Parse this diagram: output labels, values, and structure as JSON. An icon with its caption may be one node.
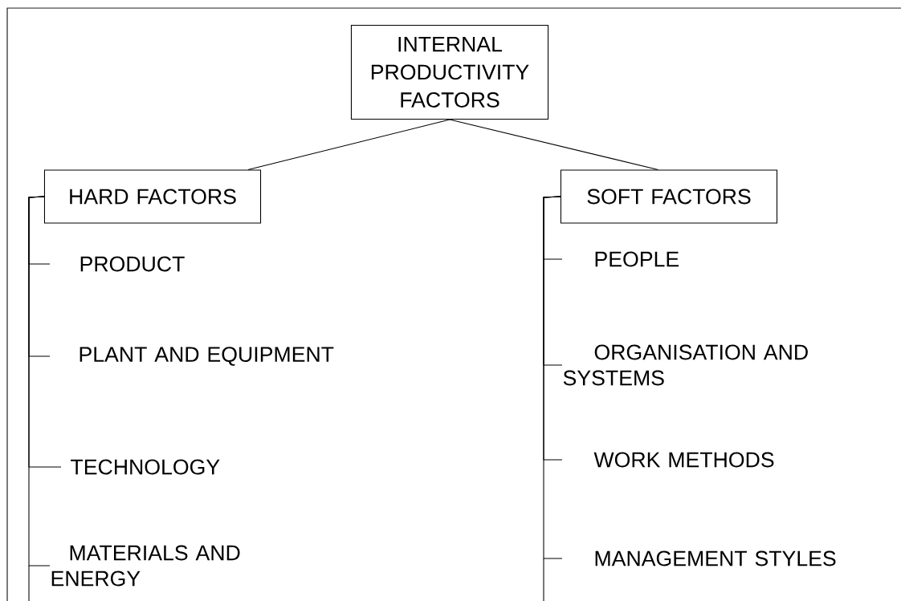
{
  "diagram": {
    "nodes": [
      {
        "text": [
          "INTERNAL PRODUCTIVITY FACTORS"
        ]
      },
      {
        "text": [
          "HARD FACTORS"
        ]
      },
      {
        "text": [
          "PRODUCT"
        ]
      },
      {
        "text": [
          "PLANT AND EQUIPMENT"
        ]
      },
      {
        "text": [
          "TECHNOLOGY"
        ]
      },
      {
        "text": [
          "MATERIALS AND ENERGY"
        ]
      },
      {
        "text": [
          "SOFT FACTORS"
        ]
      },
      {
        "text": [
          "PEOPLE"
        ]
      },
      {
        "text": [
          "ORGANISATION AND SYSTEMS"
        ]
      },
      {
        "text": [
          "WORK METHODS"
        ]
      },
      {
        "text": [
          "MANAGEMENT STYLES"
        ]
      }
    ],
    "edges": [
      {
        "from": 0,
        "to": 1,
        "arrow": "none"
      },
      {
        "from": 0,
        "to": 6,
        "arrow": "none"
      },
      {
        "from": 1,
        "to": 2,
        "arrow": "none"
      },
      {
        "from": 1,
        "to": 3,
        "arrow": "none"
      },
      {
        "from": 1,
        "to": 4,
        "arrow": "none"
      },
      {
        "from": 1,
        "to": 5,
        "arrow": "none"
      },
      {
        "from": 6,
        "to": 7,
        "arrow": "none"
      },
      {
        "from": 6,
        "to": 8,
        "arrow": "none"
      },
      {
        "from": 6,
        "to": 9,
        "arrow": "none"
      },
      {
        "from": 6,
        "to": 10,
        "arrow": "none"
      }
    ]
  }
}
